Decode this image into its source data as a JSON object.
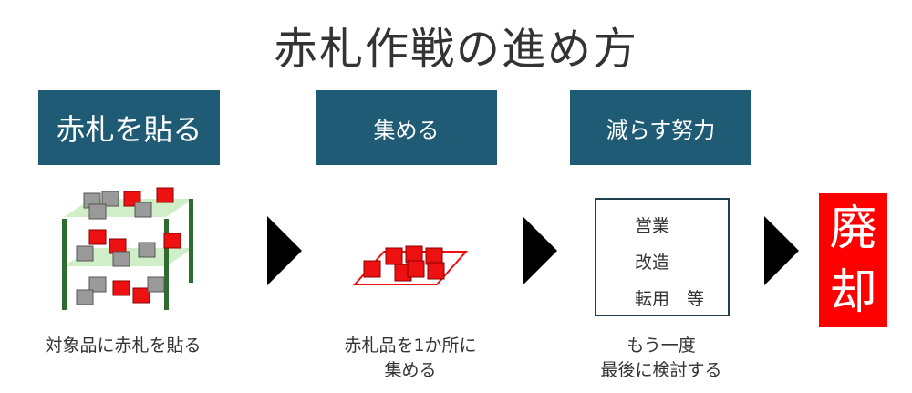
{
  "title": "赤札作戦の進め方",
  "steps": [
    {
      "label": "赤札を貼る"
    },
    {
      "label": "集める"
    },
    {
      "label": "減らす努力"
    }
  ],
  "captions": {
    "step1": "対象品に赤札を貼る",
    "step2_line1": "赤札品を1か所に",
    "step2_line2": "集める",
    "step3_line1": "もう一度",
    "step3_line2": "最後に検討する"
  },
  "options": [
    "営業",
    "改造",
    "転用　等"
  ],
  "disposal": {
    "char1": "廃",
    "char2": "却"
  },
  "colors": {
    "step_box": "#1f5b74",
    "tag_red": "#ff0000",
    "arrow": "#000000",
    "shelf_green": "#2e6b2e"
  }
}
